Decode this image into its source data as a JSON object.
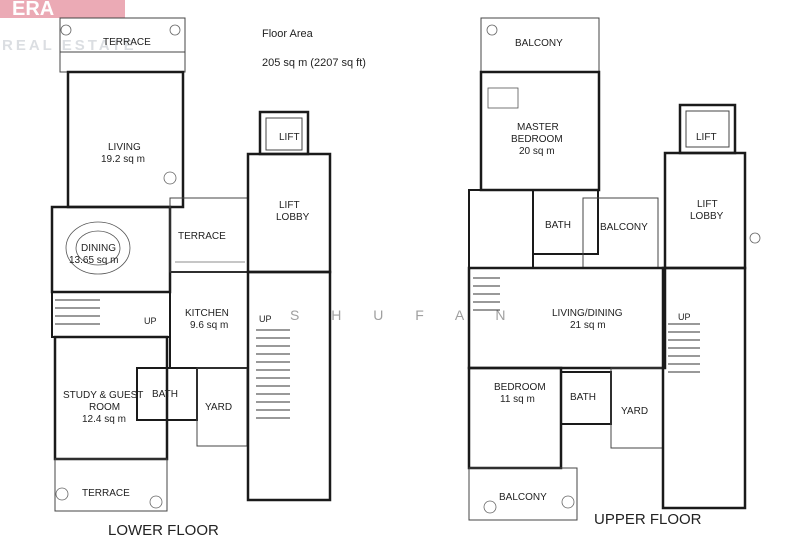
{
  "header": {
    "area_title": "Floor Area",
    "area_value": "205 sq m (2207 sq ft)"
  },
  "logo": {
    "brand": "ERA",
    "tagline": "REAL ESTATE",
    "brand_color": "#c8102e"
  },
  "watermark": "S H U F A N",
  "lower_floor": {
    "caption": "LOWER FLOOR",
    "rooms": {
      "terrace_top": "TERRACE",
      "living": "LIVING",
      "living_area": "19.2 sq m",
      "dining": "DINING",
      "dining_area": "13.65 sq m",
      "terrace_mid": "TERRACE",
      "kitchen": "KITCHEN",
      "kitchen_area": "9.6 sq m",
      "study_line1": "STUDY & GUEST",
      "study_line2": "ROOM",
      "study_area": "12.4 sq m",
      "bath": "BATH",
      "yard": "YARD",
      "terrace_bottom": "TERRACE",
      "lift": "LIFT",
      "lift_lobby_line1": "LIFT",
      "lift_lobby_line2": "LOBBY",
      "up_stairs": "UP",
      "up_main": "UP"
    }
  },
  "upper_floor": {
    "caption": "UPPER FLOOR",
    "rooms": {
      "balcony_top": "BALCONY",
      "master_line1": "MASTER",
      "master_line2": "BEDROOM",
      "master_area": "20 sq m",
      "bath_master": "BATH",
      "balcony_mid": "BALCONY",
      "lift": "LIFT",
      "lift_lobby_line1": "LIFT",
      "lift_lobby_line2": "LOBBY",
      "living_dining": "LIVING/DINING",
      "living_dining_area": "21 sq m",
      "bedroom": "BEDROOM",
      "bedroom_area": "11 sq m",
      "bath": "BATH",
      "yard": "YARD",
      "balcony_bottom": "BALCONY",
      "up_main": "UP"
    }
  }
}
